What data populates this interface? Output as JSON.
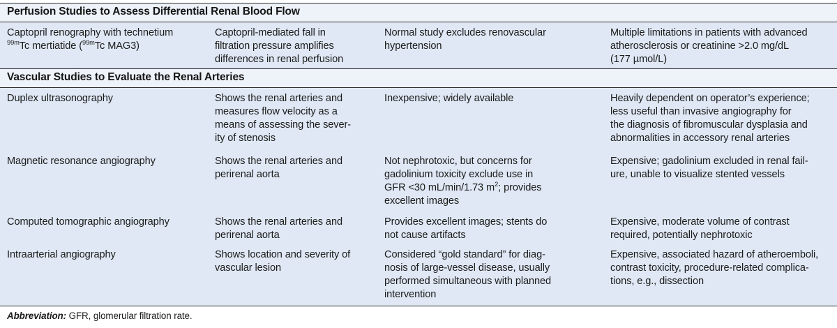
{
  "figure": {
    "kind": "medical-reference-table",
    "colors": {
      "body_row_bg": "#dfe8f4",
      "section_header_bg": "#eef2f9",
      "rule": "#2d2d2d",
      "text": "#1b1b1b",
      "page_bg": "#ffffff"
    }
  },
  "sections": [
    {
      "title": "Perfusion Studies to Assess Differential Renal Blood Flow",
      "rows": [
        {
          "test": {
            "lines": [
              "Captopril renography with technetium",
              "99mTc mertiatide (99mTc MAG3)"
            ],
            "plain": "Captopril renography with technetium 99mTc mertiatide (99mTc MAG3)"
          },
          "principle": {
            "lines": [
              "Captopril-mediated fall in",
              "filtration pressure amplifies",
              "differences in renal perfusion"
            ],
            "plain": "Captopril-mediated fall in filtration pressure amplifies differences in renal perfusion"
          },
          "advantages": {
            "lines": [
              "Normal study excludes renovascular",
              "hypertension"
            ],
            "plain": "Normal study excludes renovascular hypertension"
          },
          "limitations": {
            "lines": [
              "Multiple limitations in patients with advanced",
              "atherosclerosis or creatinine >2.0 mg/dL",
              "(177 µmol/L)"
            ],
            "plain": "Multiple limitations in patients with advanced atherosclerosis or creatinine >2.0 mg/dL (177 µmol/L)"
          }
        }
      ]
    },
    {
      "title": "Vascular Studies to Evaluate the Renal Arteries",
      "rows": [
        {
          "test": {
            "lines": [
              "Duplex ultrasonography"
            ],
            "plain": "Duplex ultrasonography"
          },
          "principle": {
            "lines": [
              "Shows the renal arteries and",
              "measures flow velocity as a",
              "means of assessing the sever-",
              "ity of stenosis"
            ],
            "plain": "Shows the renal arteries and measures flow velocity as a means of assessing the severity of stenosis"
          },
          "advantages": {
            "lines": [
              "Inexpensive; widely available"
            ],
            "plain": "Inexpensive; widely available"
          },
          "limitations": {
            "lines": [
              "Heavily dependent on operator’s experience;",
              "less useful than invasive angiography for",
              "the diagnosis of fibromuscular dysplasia and",
              "abnormalities in accessory renal arteries"
            ],
            "plain": "Heavily dependent on operator’s experience; less useful than invasive angiography for the diagnosis of fibromuscular dysplasia and abnormalities in accessory renal arteries"
          }
        },
        {
          "test": {
            "lines": [
              "Magnetic resonance angiography"
            ],
            "plain": "Magnetic resonance angiography"
          },
          "principle": {
            "lines": [
              "Shows the renal arteries and",
              "perirenal aorta"
            ],
            "plain": "Shows the renal arteries and perirenal aorta"
          },
          "advantages": {
            "lines": [
              "Not nephrotoxic, but concerns for",
              "gadolinium toxicity exclude use in",
              "GFR <30 mL/min/1.73 m2; provides",
              "excellent images"
            ],
            "plain": "Not nephrotoxic, but concerns for gadolinium toxicity exclude use in GFR <30 mL/min/1.73 m2; provides excellent images"
          },
          "limitations": {
            "lines": [
              "Expensive; gadolinium excluded in renal fail-",
              "ure, unable to visualize stented vessels"
            ],
            "plain": "Expensive; gadolinium excluded in renal failure, unable to visualize stented vessels"
          }
        },
        {
          "test": {
            "lines": [
              "Computed tomographic angiography"
            ],
            "plain": "Computed tomographic angiography"
          },
          "principle": {
            "lines": [
              "Shows the renal arteries and",
              "perirenal aorta"
            ],
            "plain": "Shows the renal arteries and perirenal aorta"
          },
          "advantages": {
            "lines": [
              "Provides excellent images; stents do",
              "not cause artifacts"
            ],
            "plain": "Provides excellent images; stents do not cause artifacts"
          },
          "limitations": {
            "lines": [
              "Expensive, moderate volume of contrast",
              "required, potentially nephrotoxic"
            ],
            "plain": "Expensive, moderate volume of contrast required, potentially nephrotoxic"
          }
        },
        {
          "test": {
            "lines": [
              "Intraarterial angiography"
            ],
            "plain": "Intraarterial angiography"
          },
          "principle": {
            "lines": [
              "Shows location and severity of",
              "vascular lesion"
            ],
            "plain": "Shows location and severity of vascular lesion"
          },
          "advantages": {
            "lines": [
              "Considered “gold standard” for diag-",
              "nosis of large-vessel disease, usually",
              "performed simultaneous with planned",
              "intervention"
            ],
            "plain": "Considered “gold standard” for diagnosis of large-vessel disease, usually performed simultaneous with planned intervention"
          },
          "limitations": {
            "lines": [
              "Expensive, associated hazard of atheroemboli,",
              "contrast toxicity, procedure-related complica-",
              "tions, e.g., dissection"
            ],
            "plain": "Expensive, associated hazard of atheroemboli, contrast toxicity, procedure-related complications, e.g., dissection"
          }
        }
      ]
    }
  ],
  "footnote": {
    "label": "Abbreviation:",
    "text": " GFR, glomerular filtration rate."
  }
}
